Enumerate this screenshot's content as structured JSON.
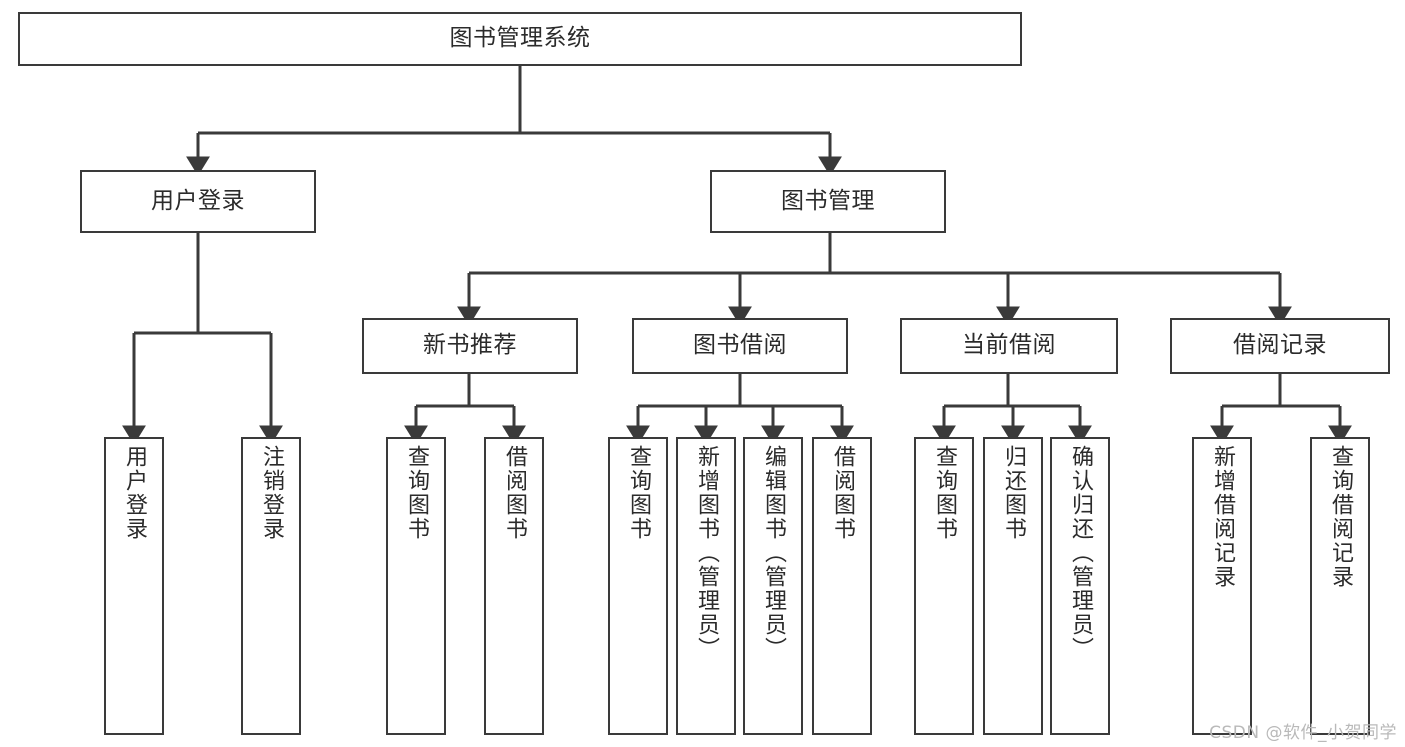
{
  "diagram": {
    "title": "图书管理系统",
    "type": "tree-hierarchy-diagram",
    "colors": {
      "node_border": "#3a3a3a",
      "node_fill": "#ffffff",
      "edge": "#3a3a3a",
      "text": "#2b2b2b",
      "watermark": "#b9b9b9",
      "background": "#ffffff"
    },
    "nodes": {
      "root": {
        "label": "图书管理系统"
      },
      "level2": [
        {
          "id": "user-login",
          "label": "用户登录"
        },
        {
          "id": "book-manage",
          "label": "图书管理"
        }
      ],
      "level3": [
        {
          "id": "new-book-recommend",
          "label": "新书推荐"
        },
        {
          "id": "book-borrow",
          "label": "图书借阅"
        },
        {
          "id": "current-borrow",
          "label": "当前借阅"
        },
        {
          "id": "borrow-record",
          "label": "借阅记录"
        }
      ],
      "leaves": [
        {
          "id": "leaf-user-login",
          "label": "用户登录",
          "parent": "user-login"
        },
        {
          "id": "leaf-logout-login",
          "label": "注销登录",
          "parent": "user-login"
        },
        {
          "id": "leaf-query-book-1",
          "label": "查询图书",
          "parent": "new-book-recommend"
        },
        {
          "id": "leaf-borrow-book-1",
          "label": "借阅图书",
          "parent": "new-book-recommend"
        },
        {
          "id": "leaf-query-book-2",
          "label": "查询图书",
          "parent": "book-borrow"
        },
        {
          "id": "leaf-add-book",
          "label": "新增图书（管理员）",
          "parent": "book-borrow"
        },
        {
          "id": "leaf-edit-book",
          "label": "编辑图书（管理员）",
          "parent": "book-borrow"
        },
        {
          "id": "leaf-borrow-book-2",
          "label": "借阅图书",
          "parent": "book-borrow"
        },
        {
          "id": "leaf-query-book-3",
          "label": "查询图书",
          "parent": "current-borrow"
        },
        {
          "id": "leaf-return-book",
          "label": "归还图书",
          "parent": "current-borrow"
        },
        {
          "id": "leaf-confirm-return",
          "label": "确认归还（管理员）",
          "parent": "current-borrow"
        },
        {
          "id": "leaf-add-record",
          "label": "新增借阅记录",
          "parent": "borrow-record"
        },
        {
          "id": "leaf-query-record",
          "label": "查询借阅记录",
          "parent": "borrow-record"
        }
      ]
    },
    "watermark": "CSDN @软件_小贺同学"
  }
}
